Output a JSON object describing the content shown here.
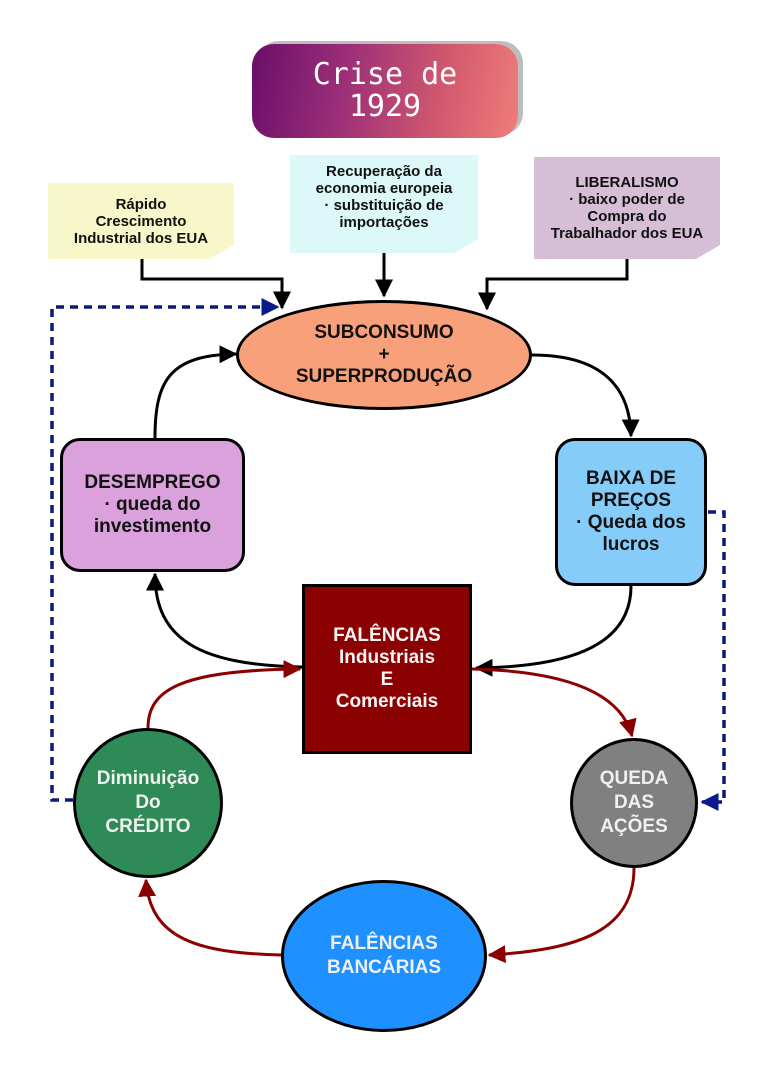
{
  "diagram": {
    "title": "Crise de\n1929",
    "colors": {
      "title_gradient_start": "#6a0e6a",
      "title_gradient_end": "#ef7d7a",
      "note_yellow": "#f8f7c9",
      "note_cyan": "#ddf8f8",
      "note_lilac": "#d6bfd6",
      "subconsumo": "#f8a07a",
      "desemprego": "#dba1dc",
      "baixa_precos": "#86ccf8",
      "falencias_industriais": "#8b0000",
      "diminuicao_credito": "#2e8b57",
      "queda_acoes": "#808080",
      "falencias_bancarias": "#1e90ff",
      "arrow_black": "#000000",
      "arrow_red": "#8b0000",
      "arrow_dashed_blue": "#0a1a7a"
    },
    "causes": [
      {
        "id": "rapido-crescimento",
        "text": "Rápido\nCrescimento\nIndustrial dos EUA"
      },
      {
        "id": "recuperacao-europeia",
        "text": "Recuperação da\neconomia europeia\n· substituição de\nimportações"
      },
      {
        "id": "liberalismo",
        "text": "LIBERALISMO\n· baixo poder de\nCompra do\nTrabalhador dos EUA"
      }
    ],
    "nodes": {
      "subconsumo": "SUBCONSUMO\n+\nSUPERPRODUÇÃO",
      "desemprego": "DESEMPREGO\n· queda do\ninvestimento",
      "baixa_precos": "BAIXA DE\nPREÇOS\n· Queda dos\nlucros",
      "falencias_industriais": "FALÊNCIAS\nIndustriais\nE\nComerciais",
      "diminuicao_credito": "Diminuição\nDo\nCRÉDITO",
      "queda_acoes": "QUEDA\nDAS\nAÇÕES",
      "falencias_bancarias": "FALÊNCIAS\nBANCÁRIAS"
    },
    "edges": [
      {
        "from": "rapido-crescimento",
        "to": "subconsumo",
        "style": "solid-black"
      },
      {
        "from": "recuperacao-europeia",
        "to": "subconsumo",
        "style": "solid-black"
      },
      {
        "from": "liberalismo",
        "to": "subconsumo",
        "style": "solid-black"
      },
      {
        "from": "subconsumo",
        "to": "baixa_precos",
        "style": "solid-black"
      },
      {
        "from": "baixa_precos",
        "to": "falencias_industriais",
        "style": "solid-black"
      },
      {
        "from": "falencias_industriais",
        "to": "desemprego",
        "style": "solid-black"
      },
      {
        "from": "desemprego",
        "to": "subconsumo",
        "style": "solid-black"
      },
      {
        "from": "falencias_industriais",
        "to": "queda_acoes",
        "style": "solid-red"
      },
      {
        "from": "queda_acoes",
        "to": "falencias_bancarias",
        "style": "solid-red"
      },
      {
        "from": "falencias_bancarias",
        "to": "diminuicao_credito",
        "style": "solid-red"
      },
      {
        "from": "diminuicao_credito",
        "to": "falencias_industriais",
        "style": "solid-red"
      },
      {
        "from": "diminuicao_credito",
        "to": "subconsumo",
        "style": "dashed-blue"
      },
      {
        "from": "baixa_precos",
        "to": "queda_acoes",
        "style": "dashed-blue"
      }
    ]
  }
}
